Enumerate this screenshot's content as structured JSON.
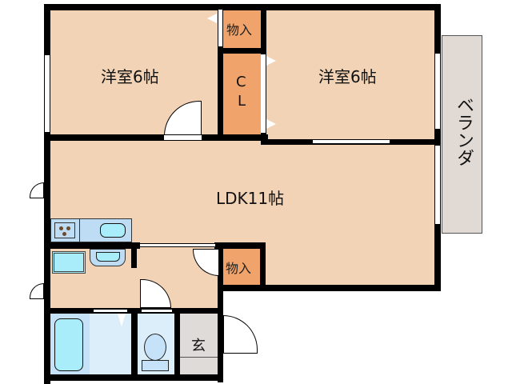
{
  "floorplan": {
    "rooms": {
      "western_room_left": {
        "label": "洋室6帖",
        "type": "bedroom"
      },
      "western_room_right": {
        "label": "洋室6帖",
        "type": "bedroom"
      },
      "storage_top": {
        "label": "物入",
        "type": "storage"
      },
      "closet": {
        "label_line1": "C",
        "label_line2": "L",
        "type": "closet"
      },
      "ldk": {
        "label": "LDK11帖",
        "type": "living-dining-kitchen"
      },
      "storage_middle": {
        "label": "物入",
        "type": "storage"
      },
      "entrance": {
        "label": "玄",
        "type": "entrance"
      },
      "veranda": {
        "label": "ベランダ",
        "type": "balcony"
      },
      "bathroom": {
        "type": "bath"
      },
      "washroom": {
        "type": "washroom"
      },
      "toilet": {
        "type": "toilet"
      }
    },
    "colors": {
      "floor": "#f2d3b6",
      "storage": "#f0a36a",
      "wet_area": "#dceefa",
      "entrance": "#dedbd8",
      "veranda": "#e1d9d3",
      "wall": "#000000"
    }
  }
}
